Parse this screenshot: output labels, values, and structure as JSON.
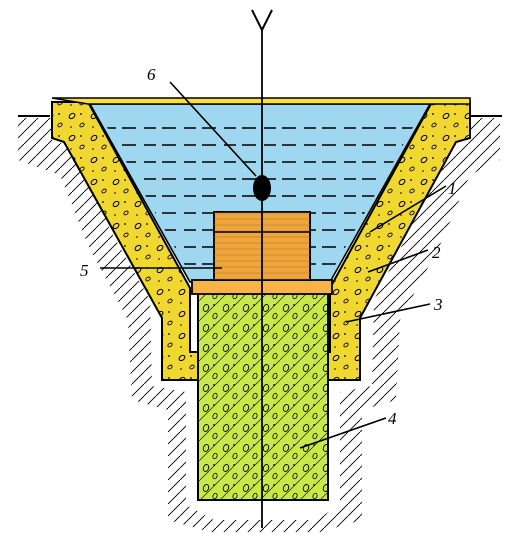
{
  "labels": {
    "l1": "1",
    "l2": "2",
    "l3": "3",
    "l4": "4",
    "l5": "5",
    "l6": "6"
  },
  "colors": {
    "water": "#9fd7f0",
    "foam_layer": "#f0d830",
    "top_band": "#f7e23c",
    "casting": "#eda53c",
    "plate": "#f5b44a",
    "foundation": "#c9e84a",
    "ink": "#000000"
  }
}
